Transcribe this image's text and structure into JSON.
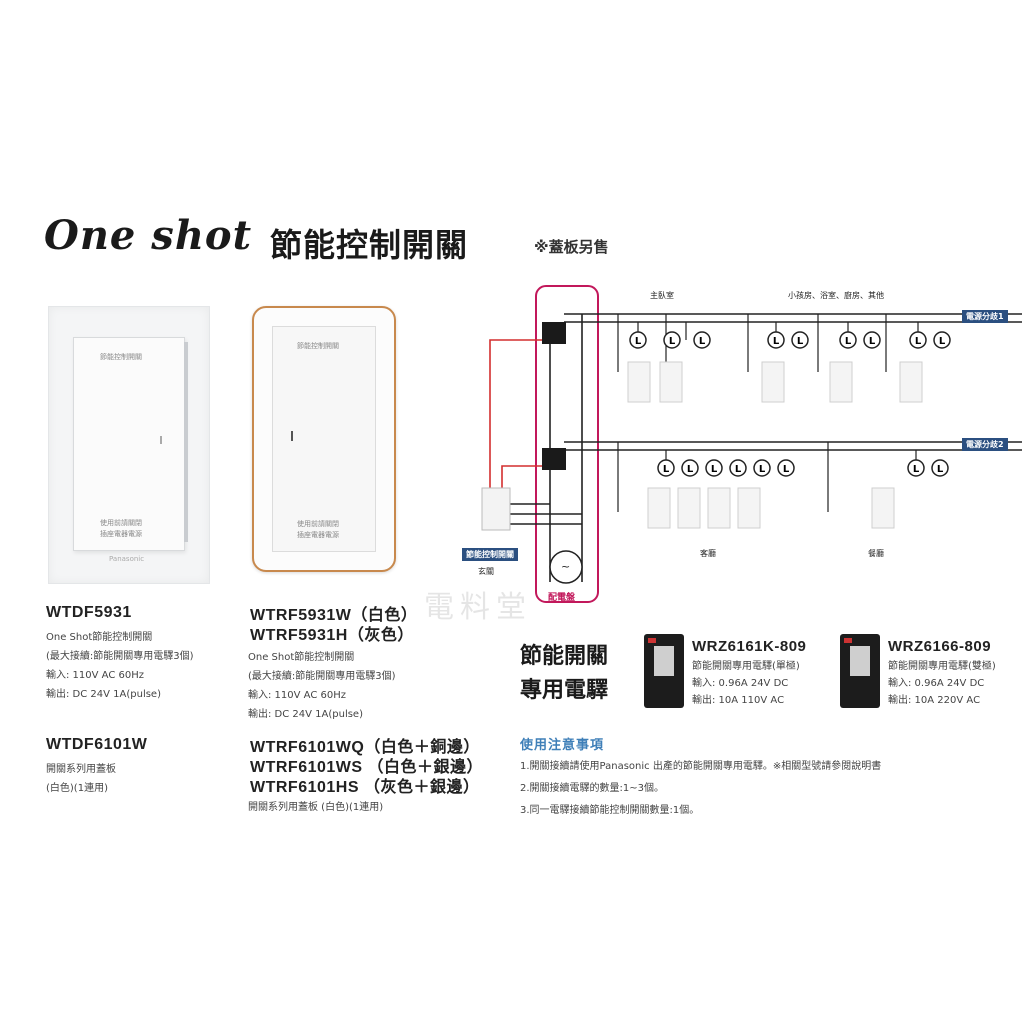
{
  "heading": {
    "script": "One shot",
    "title": "節能控制開關",
    "note": "※蓋板另售"
  },
  "products": [
    {
      "model": "WTDF5931",
      "lines": [
        "One Shot節能控制開關",
        "(最大接續:節能開關專用電驛3個)",
        "輸入: 110V AC 60Hz",
        "輸出: DC 24V 1A(pulse)"
      ],
      "plate_text_top": "節能控制開關",
      "plate_text_bottom": [
        "使用前請關閉",
        "插座電器電源"
      ],
      "plate_brand": "Panasonic"
    },
    {
      "model_lines": [
        "WTRF5931W（白色）",
        "WTRF5931H（灰色）"
      ],
      "lines": [
        "One Shot節能控制開關",
        "(最大接續:節能開關專用電驛3個)",
        "輸入: 110V AC 60Hz",
        "輸出: DC 24V 1A(pulse)"
      ],
      "plate_text_top": "節能控制開關",
      "plate_text_bottom": [
        "使用前請關閉",
        "插座電器電源"
      ]
    },
    {
      "model": "WTDF6101W",
      "lines": [
        "開關系列用蓋板",
        "(白色)(1連用)"
      ]
    },
    {
      "model_lines": [
        "WTRF6101WQ（白色＋銅邊）",
        "WTRF6101WS （白色＋銀邊）",
        "WTRF6101HS （灰色＋銀邊）"
      ],
      "lines": [
        "開關系列用蓋板 (白色)(1連用)"
      ]
    }
  ],
  "diagram": {
    "room_master": "主臥室",
    "room_others": "小孩房、浴室、廚房、其他",
    "branch1": "電源分歧1",
    "branch2": "電源分歧2",
    "switch_badge": "節能控制開關",
    "entrance": "玄關",
    "panel": "配電盤",
    "living": "客廳",
    "dining": "餐廳",
    "lamp_symbol": "L",
    "ac_symbol": "~"
  },
  "watermark": "電料堂",
  "relay_section": {
    "title_line1": "節能開關",
    "title_line2": "專用電驛",
    "relays": [
      {
        "model": "WRZ6161K-809",
        "desc": "節能開關專用電驛(單極)",
        "input": "輸入: 0.96A  24V  DC",
        "output": "輸出: 10A   110V  AC"
      },
      {
        "model": "WRZ6166-809",
        "desc": "節能開關專用電驛(雙極)",
        "input": "輸入: 0.96A  24V  DC",
        "output": "輸出: 10A   220V  AC"
      }
    ]
  },
  "notes": {
    "title": "使用注意事項",
    "items": [
      "1.開關接續請使用Panasonic 出產的節能開關專用電驛。※相關型號請參閱說明書",
      "2.開關接續電驛的數量:1~3個。",
      "3.同一電驛接續節能控制開關數量:1個。"
    ]
  },
  "colors": {
    "accent_blue": "#3f7fb8",
    "badge_blue": "#2b4f80",
    "panel_magenta": "#c2185b",
    "wire_red": "#d32f2f",
    "copper_edge": "#c8894d"
  }
}
